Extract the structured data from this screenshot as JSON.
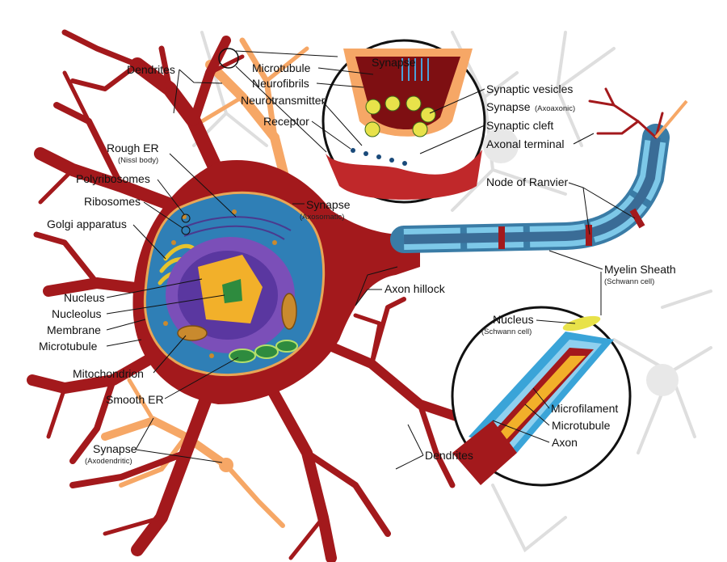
{
  "colors": {
    "background": "#ffffff",
    "neuron_body": "#a3191c",
    "neuron_dark": "#7e0f12",
    "cytoplasm": "#2f7fb6",
    "nucleus": "#7b4fb8",
    "nucleolus": "#2e8b3e",
    "myelin": "#3aa4d8",
    "other_neuron_orange": "#f6a766",
    "ghost_neuron": "#dcdcdc"
  },
  "labels": {
    "dendrites_top": "Dendrites",
    "rough_er": "Rough ER",
    "rough_er_sub": "(Nissl body)",
    "polyribosomes": "Polyribosomes",
    "ribosomes": "Ribosomes",
    "golgi": "Golgi apparatus",
    "nucleus": "Nucleus",
    "nucleolus": "Nucleolus",
    "membrane": "Membrane",
    "microtubule": "Microtubule",
    "mitochondrion": "Mitochondrion",
    "smooth_er": "Smooth ER",
    "synapse_axodendritic": "Synapse",
    "synapse_axodendritic_sub": "(Axodendritic)",
    "microtubule_top": "Microtubule",
    "neurofibrils": "Neurofibrils",
    "neurotransmitter": "Neurotransmitter",
    "receptor": "Receptor",
    "synapse_inset": "Synapse",
    "synapse_axosomatic": "Synapse",
    "synapse_axosomatic_sub": "(Axosomatic)",
    "synaptic_vesicles": "Synaptic vesicles",
    "synapse_axoaxonic": "Synapse",
    "synapse_axoaxonic_sub": "(Axoaxonic)",
    "synaptic_cleft": "Synaptic cleft",
    "axonal_terminal": "Axonal terminal",
    "node_ranvier": "Node of Ranvier",
    "axon_hillock": "Axon hillock",
    "myelin_sheath": "Myelin Sheath",
    "myelin_sheath_sub": "(Schwann cell)",
    "nucleus_schwann": "Nucleus",
    "nucleus_schwann_sub": "(Schwann cell)",
    "microfilament": "Microfilament",
    "microtubule_axon": "Microtubule",
    "axon": "Axon",
    "dendrites_bottom": "Dendrites"
  }
}
